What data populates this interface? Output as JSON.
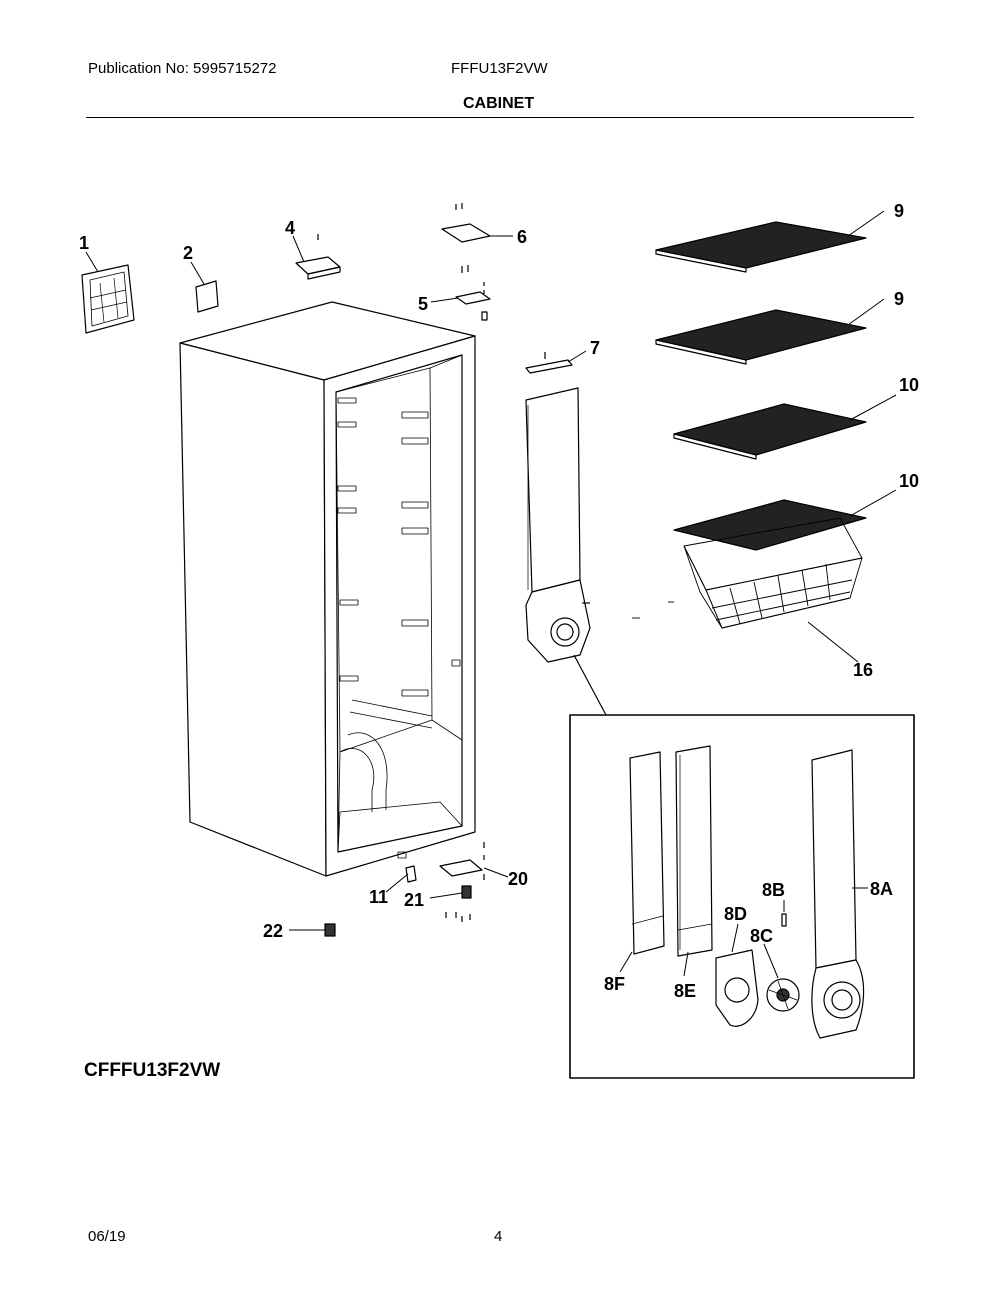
{
  "header": {
    "publication": "Publication No: 5995715272",
    "model": "FFFU13F2VW",
    "section": "CABINET"
  },
  "variant_label": "CFFFU13F2VW",
  "footer": {
    "date": "06/19",
    "page": "4"
  },
  "callouts": {
    "c1": "1",
    "c2": "2",
    "c4": "4",
    "c5": "5",
    "c6": "6",
    "c7": "7",
    "c9a": "9",
    "c9b": "9",
    "c10a": "10",
    "c10b": "10",
    "c16": "16",
    "c11": "11",
    "c20": "20",
    "c21": "21",
    "c22": "22",
    "c8a": "8A",
    "c8b": "8B",
    "c8c": "8C",
    "c8d": "8D",
    "c8e": "8E",
    "c8f": "8F"
  }
}
